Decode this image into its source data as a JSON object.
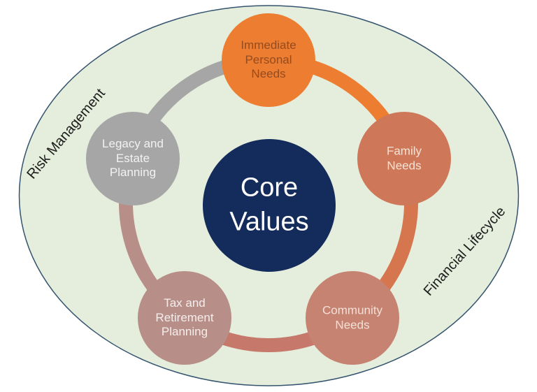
{
  "diagram": {
    "title_center": {
      "label": "Core Values",
      "fill": "#142C5C",
      "text_color": "#FFFFFF"
    },
    "nodes": [
      {
        "label": "Immediate Personal Needs",
        "fill": "#ED7D31",
        "text_color": "#944B1F",
        "arc_color": "#ED7D31"
      },
      {
        "label": "Family Needs",
        "fill": "#CF7859",
        "text_color": "#F6E3D5",
        "arc_color": "#D5764E"
      },
      {
        "label": "Community Needs",
        "fill": "#C68372",
        "text_color": "#F3E0D6",
        "arc_color": "#C6796A"
      },
      {
        "label": "Tax and Retirement Planning",
        "fill": "#B78E88",
        "text_color": "#F5EEEC",
        "arc_color": "#B78E88"
      },
      {
        "label": "Legacy and Estate Planning",
        "fill": "#A6A6A6",
        "text_color": "#F2F2F2",
        "arc_color": "#A6A6A6"
      }
    ],
    "outer_labels": [
      {
        "label": "Risk Management"
      },
      {
        "label": "Financial Lifecycle"
      }
    ],
    "background": {
      "page": "#FFFFFF",
      "ellipse_fill": "#E5EEDC",
      "ellipse_border": "#33536F"
    }
  }
}
